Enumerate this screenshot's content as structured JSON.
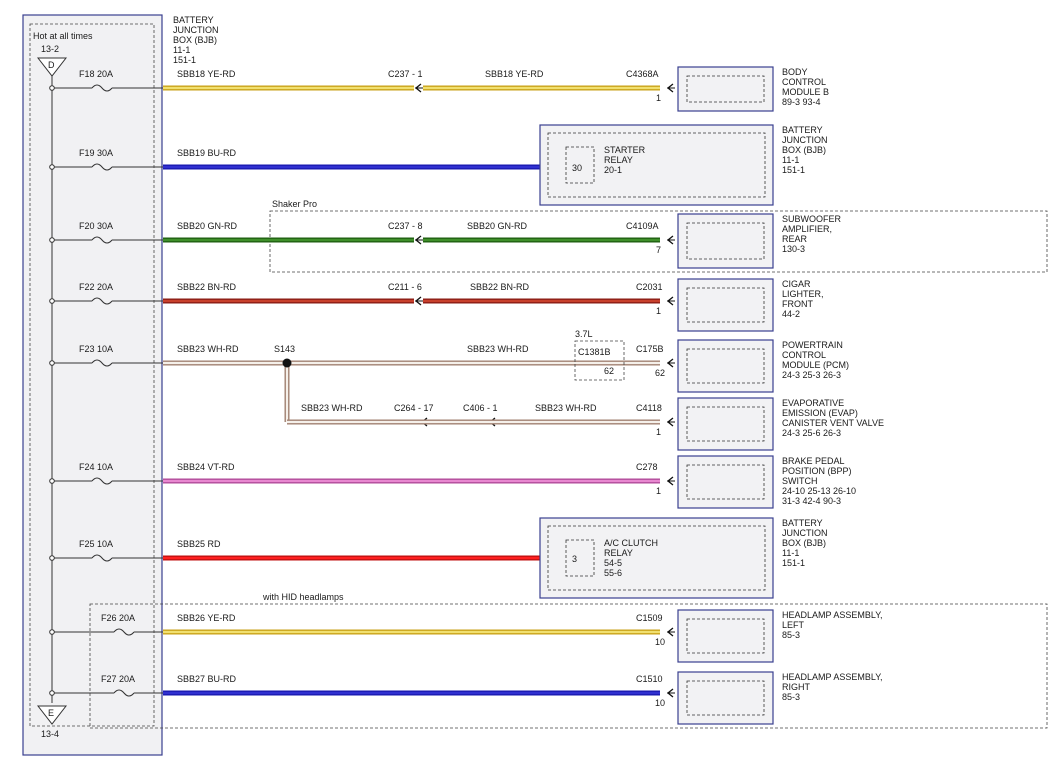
{
  "bus": {
    "label": "Hot at all times",
    "top_ref": "13-2",
    "top_letter": "D",
    "bottom_letter": "E",
    "bottom_ref": "13-4"
  },
  "source_module": [
    "BATTERY",
    "JUNCTION",
    "BOX (BJB)",
    "11-1",
    "151-1"
  ],
  "options": {
    "shaker": "Shaker Pro",
    "hid": "with HID headlamps"
  },
  "splice": "S143",
  "variant_label": "3.7L",
  "fuses": [
    {
      "id": "f18",
      "label": "F18  20A",
      "circuit": "SBB18",
      "color_code": "YE-RD",
      "wire": [
        "#c9a21a",
        "#f1e070",
        "#c9a21a"
      ],
      "stripe": "#d02020",
      "inline": [
        {
          "label": "C237 - 1"
        }
      ],
      "right_label": "SBB18  YE-RD",
      "conn": "C4368A",
      "pin": "1",
      "module": [
        "BODY",
        "CONTROL",
        "MODULE B",
        "89-3    93-4"
      ]
    },
    {
      "id": "f19",
      "label": "F19  30A",
      "circuit": "SBB19",
      "color_code": "BU-RD",
      "wire": [
        "#1a1ab0",
        "#3030d0",
        "#1a1ab0"
      ],
      "stripe": "#d02020",
      "inline": [],
      "right_label": "",
      "conn": "",
      "pin": "",
      "relay": {
        "pin": "30",
        "name": [
          "STARTER",
          "RELAY",
          "20-1"
        ]
      },
      "module": [
        "BATTERY",
        "JUNCTION",
        "BOX (BJB)",
        "11-1",
        "151-1"
      ]
    },
    {
      "id": "f20",
      "label": "F20  30A",
      "circuit": "SBB20",
      "color_code": "GN-RD",
      "wire": [
        "#1f5f10",
        "#3f8f2a",
        "#1f5f10"
      ],
      "stripe": "#d02020",
      "inline": [
        {
          "label": "C237 - 8"
        }
      ],
      "right_label": "SBB20  GN-RD",
      "conn": "C4109A",
      "pin": "7",
      "module": [
        "SUBWOOFER",
        "AMPLIFIER,",
        "REAR",
        "130-3"
      ]
    },
    {
      "id": "f22",
      "label": "F22  20A",
      "circuit": "SBB22",
      "color_code": "BN-RD",
      "wire": [
        "#8a1c14",
        "#c8402c",
        "#8a1c14"
      ],
      "stripe": "#e05040",
      "inline": [
        {
          "label": "C211 - 6"
        }
      ],
      "right_label": "SBB22  BN-RD",
      "conn": "C2031",
      "pin": "1",
      "module": [
        "CIGAR",
        "LIGHTER,",
        "FRONT",
        "44-2"
      ]
    },
    {
      "id": "f23",
      "label": "F23  10A",
      "circuit": "SBB23",
      "color_code": "WH-RD",
      "wire": [
        "#a08070",
        "#f5f0ea",
        "#a08070"
      ],
      "stripe": "#c04030",
      "inline": [],
      "right_label": "SBB23  WH-RD",
      "conn": "C175B",
      "pin": "62",
      "inline_conn": {
        "label": "C1381B",
        "pin": "62"
      },
      "module": [
        "POWERTRAIN",
        "CONTROL",
        "MODULE (PCM)",
        "24-3    25-3    26-3"
      ]
    },
    {
      "id": "evap",
      "label": "",
      "circuit": "SBB23",
      "color_code": "WH-RD",
      "wire": [
        "#a08070",
        "#f5f0ea",
        "#a08070"
      ],
      "stripe": "#c04030",
      "inline": [
        {
          "label": "C264 - 17"
        },
        {
          "label": "C406 - 1"
        }
      ],
      "right_label": "SBB23  WH-RD",
      "conn": "C4118",
      "pin": "1",
      "module": [
        "EVAPORATIVE",
        "EMISSION (EVAP)",
        "CANISTER VENT VALVE",
        "24-3    25-6    26-3"
      ]
    },
    {
      "id": "f24",
      "label": "F24  10A",
      "circuit": "SBB24",
      "color_code": "VT-RD",
      "wire": [
        "#b04a9a",
        "#e888d0",
        "#b04a9a"
      ],
      "stripe": "#d02020",
      "inline": [],
      "right_label": "",
      "conn": "C278",
      "pin": "1",
      "module": [
        "BRAKE PEDAL",
        "POSITION (BPP)",
        "SWITCH",
        "24-10   25-13   26-10",
        "31-3    42-4    90-3"
      ]
    },
    {
      "id": "f25",
      "label": "F25  10A",
      "circuit": "SBB25",
      "color_code": "RD",
      "wire": [
        "#c01010",
        "#ff2020",
        "#c01010"
      ],
      "stripe": "#ff2020",
      "inline": [],
      "right_label": "",
      "conn": "",
      "pin": "",
      "relay": {
        "pin": "3",
        "name": [
          "A/C CLUTCH",
          "RELAY",
          "54-5",
          "55-6"
        ]
      },
      "module": [
        "BATTERY",
        "JUNCTION",
        "BOX (BJB)",
        "11-1",
        "151-1"
      ]
    },
    {
      "id": "f26",
      "label": "F26  20A",
      "circuit": "SBB26",
      "color_code": "YE-RD",
      "wire": [
        "#c9a21a",
        "#f1e070",
        "#c9a21a"
      ],
      "stripe": "#d02020",
      "inline": [],
      "right_label": "",
      "conn": "C1509",
      "pin": "10",
      "module": [
        "HEADLAMP ASSEMBLY,",
        "LEFT",
        "85-3"
      ]
    },
    {
      "id": "f27",
      "label": "F27  20A",
      "circuit": "SBB27",
      "color_code": "BU-RD",
      "wire": [
        "#1a1ab0",
        "#3030d0",
        "#1a1ab0"
      ],
      "stripe": "#d02020",
      "inline": [],
      "right_label": "",
      "conn": "C1510",
      "pin": "10",
      "module": [
        "HEADLAMP ASSEMBLY,",
        "RIGHT",
        "85-3"
      ]
    }
  ]
}
